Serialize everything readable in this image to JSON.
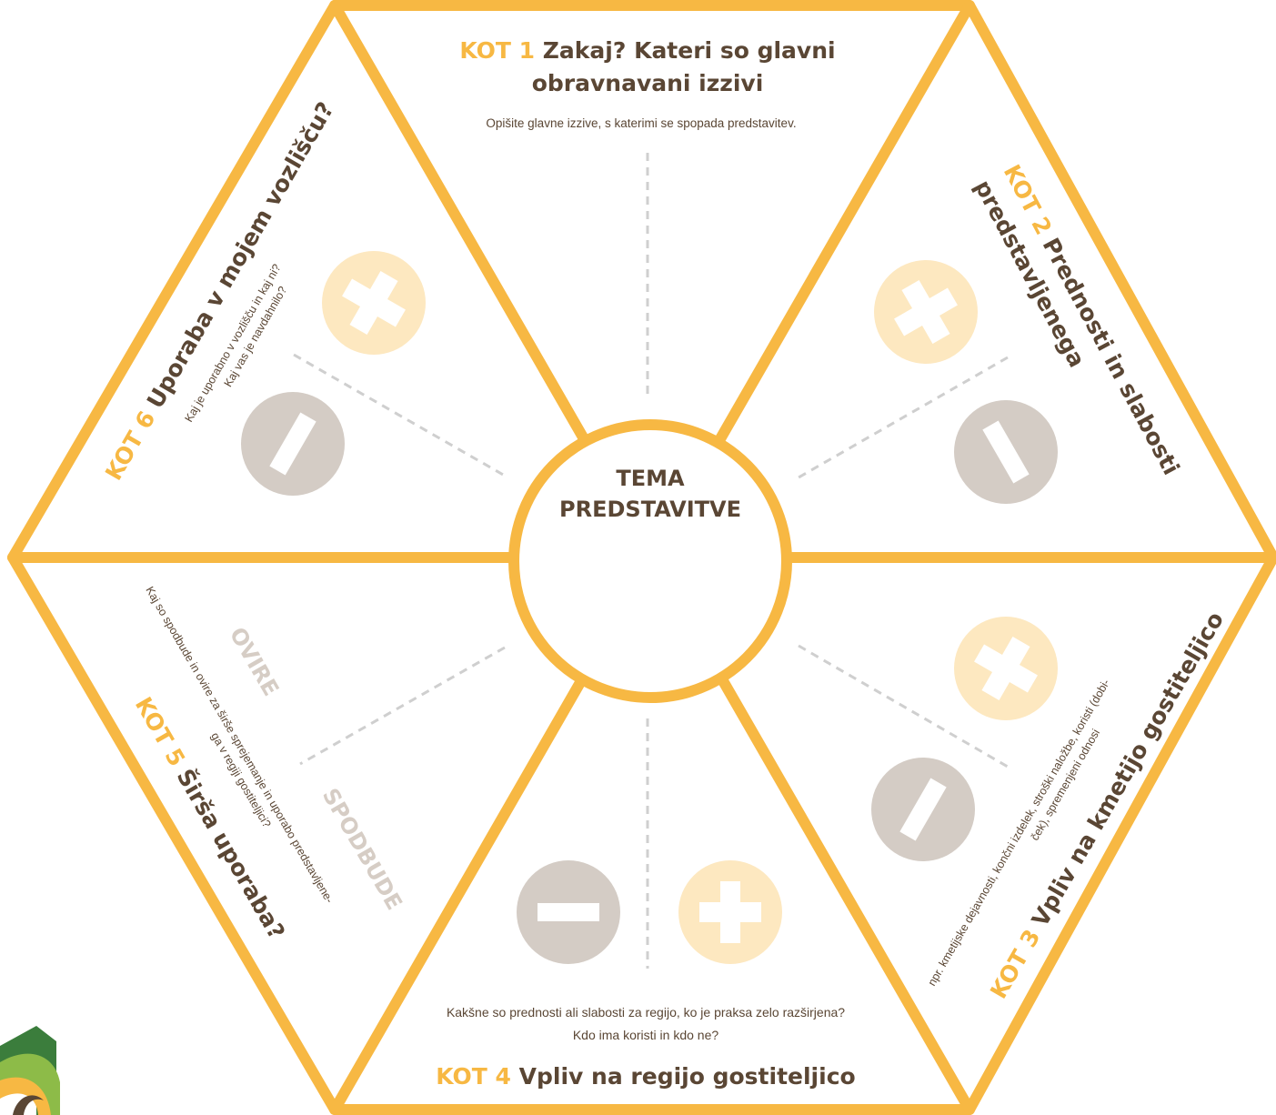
{
  "colors": {
    "frame": "#f7b843",
    "title": "#5a4634",
    "plus_circle": "#fde8c0",
    "minus_circle": "#d4ccc5",
    "dashes": "#cfcfcf",
    "grey_label": "#d6cdc5"
  },
  "center": {
    "line1": "TEMA",
    "line2": "PREDSTAVITVE"
  },
  "kot1": {
    "kot": "KOT 1",
    "title_line1": "Zakaj? Kateri so glavni",
    "title_line2": "obravnavani izzivi",
    "desc": "Opišite glavne izzive, s katerimi se spopada predstavitev."
  },
  "kot2": {
    "kot": "KOT 2",
    "title_line1": "Prednosti in slabosti",
    "title_line2": "predstavljenega"
  },
  "kot3": {
    "kot": "KOT 3",
    "title": "Vpliv na kmetijo gostiteljico",
    "desc_line1": "npr. kmetijske dejavnosti, končni izdelek, stroški naložbe, koristi (dobi-",
    "desc_line2": "ček), spremenjeni odnosi"
  },
  "kot4": {
    "kot": "KOT 4",
    "title": "Vpliv na regijo gostiteljico",
    "desc_line1": "Kakšne so prednosti ali slabosti za regijo, ko je praksa zelo razširjena?",
    "desc_line2": "Kdo  ima koristi in kdo ne?"
  },
  "kot5": {
    "kot": "KOT 5",
    "title": "Širša uporaba?",
    "desc_line1": "Kaj so spodbude in ovire za širše sprejemanje in uporabo predstavljene-",
    "desc_line2": "ga v  regiji  gostiteljici?",
    "label_barriers": "OVIRE",
    "label_incentives": "SPODBUDE"
  },
  "kot6": {
    "kot": "KOT 6",
    "title": "Uporaba v mojem vozlišču?",
    "desc_line1": "Kaj je uporabno v vozlišču in kaj ni?",
    "desc_line2": "Kaj vas je navdahnilo?"
  },
  "icons": [
    "plus-icon",
    "minus-icon",
    "logo-icon"
  ]
}
